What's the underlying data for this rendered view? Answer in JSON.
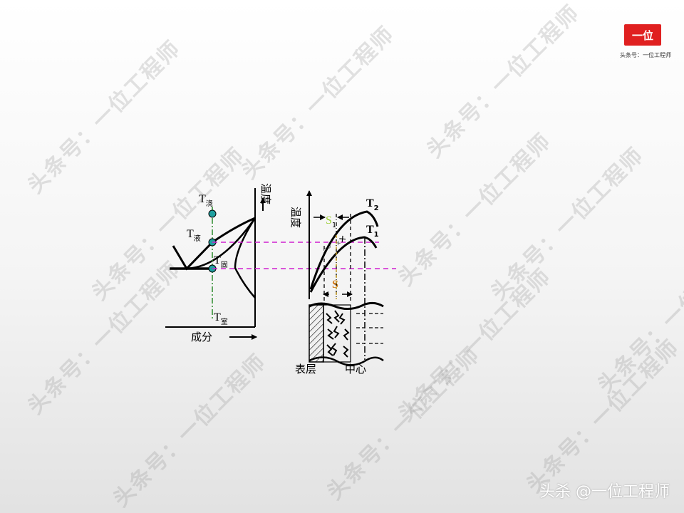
{
  "watermark": {
    "text": "头条号：一位工程师"
  },
  "logo": {
    "box_text": "一位",
    "subtitle": "头条号：一位工程师"
  },
  "footer": {
    "text": "头杀 @一位工程师"
  },
  "left_diagram": {
    "temp_axis_label": "温度",
    "comp_axis_label": "成分",
    "points": [
      {
        "main": "T",
        "sub": "浇"
      },
      {
        "main": "T",
        "sub": "液"
      },
      {
        "main": "T",
        "sub": "固"
      },
      {
        "main": "T",
        "sub": "室"
      }
    ]
  },
  "right_diagram": {
    "temp_axis_label": "温度",
    "curve_labels": [
      {
        "main": "T",
        "sub": "2"
      },
      {
        "main": "T",
        "sub": "1"
      }
    ],
    "s1": {
      "main": "S",
      "sub": "1"
    },
    "s_label": "S",
    "surface_label": "表层",
    "center_label": "中心"
  },
  "colors": {
    "magenta_dash": "#d020d0",
    "green_dashdot": "#2a8a2a",
    "s1_green": "#9acd32",
    "s_orange": "#d07818",
    "point_fill": "#20a0a0"
  }
}
